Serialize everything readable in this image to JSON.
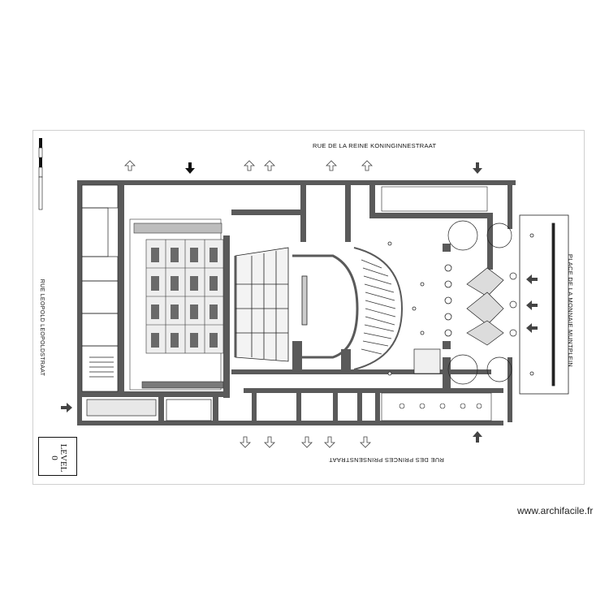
{
  "streets": {
    "top": "RUE DE LA REINE KONINGINNESTRAAT",
    "bottom": "RUE DES PRINCES PRINSENSTRAAT",
    "left": "RUE LEOPOLD LEOPOLDSTRAAT",
    "right": "PLACE DE LA MONNAIE MUNTPLEIN"
  },
  "level": {
    "label": "LEVEL",
    "number": "0"
  },
  "watermark": "www.archifacile.fr",
  "colors": {
    "wall": "#5a5a5a",
    "line": "#222222",
    "paper": "#ffffff"
  }
}
